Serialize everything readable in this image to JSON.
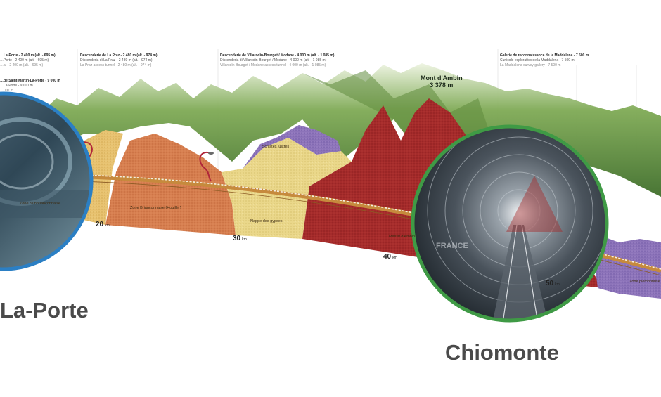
{
  "annotations": [
    {
      "title": "…La-Porte - 2 400 m (alt. - 695 m)",
      "line1": "…Porte - 2 400 m (alt. - 695 m)",
      "line2": "…al - 2 400 m (alt. - 695 m)"
    },
    {
      "title": "Descenderie de La Praz - 2 480 m (alt. - 974 m)",
      "line1": "Discenderia di La Praz - 2 480 m (alt. - 974 m)",
      "line2": "La Praz access tunnel - 2 480 m (alt. - 974 m)"
    },
    {
      "title": "Descenderie de Villarodin-Bourget / Modane - 4 000 m (alt. - 1 085 m)",
      "line1": "Discenderia di Villarodin-Bourget / Modane - 4 000 m (alt. - 1 085 m)",
      "line2": "Villarodin-Bourget / Modane access tunnel - 4 000 m (alt. - 1 085 m)"
    },
    {
      "title": "Galerie de reconnaissance de la Maddalena - 7 500 m",
      "line1": "Cunicolo esplorativo della Maddalena - 7 500 m",
      "line2": "La Maddalena survey gallery - 7 500 m"
    },
    {
      "title": "…de Saint-Martin-La-Porte - 9 000 m",
      "line1": "…La-Porte - 9 000 m",
      "line2": "…000 m"
    }
  ],
  "peak": {
    "name": "Mont d'Ambin",
    "altitude": "3 378 m"
  },
  "rock_zones": [
    "Zone Briançonnaise (Houiller)",
    "Nappe des gypses",
    "Schistes lustrés",
    "Zone Subbriançonnaise",
    "Massif d'Ambin",
    "Zone piémontaise"
  ],
  "km_markers": [
    {
      "value": "20",
      "unit": "km"
    },
    {
      "value": "30",
      "unit": "km"
    },
    {
      "value": "40",
      "unit": "km"
    },
    {
      "value": "50",
      "unit": "km"
    }
  ],
  "portal_labels": {
    "left": "La-Porte",
    "right": "Chiomonte"
  },
  "tunnel_photo_text": "FRANCE",
  "colors": {
    "background": "#ffffff",
    "mountains": "#6f9a48",
    "houiller": "#d47a4c",
    "subbrianconnaise": "#e9c36f",
    "gypses": "#e8d888",
    "schistes": "#8a71b8",
    "ambin": "#a32a2a",
    "left_circle_ring": "#2b7fc4",
    "right_circle_ring": "#3f9a45",
    "tunnel_track": "#c68a3d",
    "label_text": "#4a4a4a"
  }
}
